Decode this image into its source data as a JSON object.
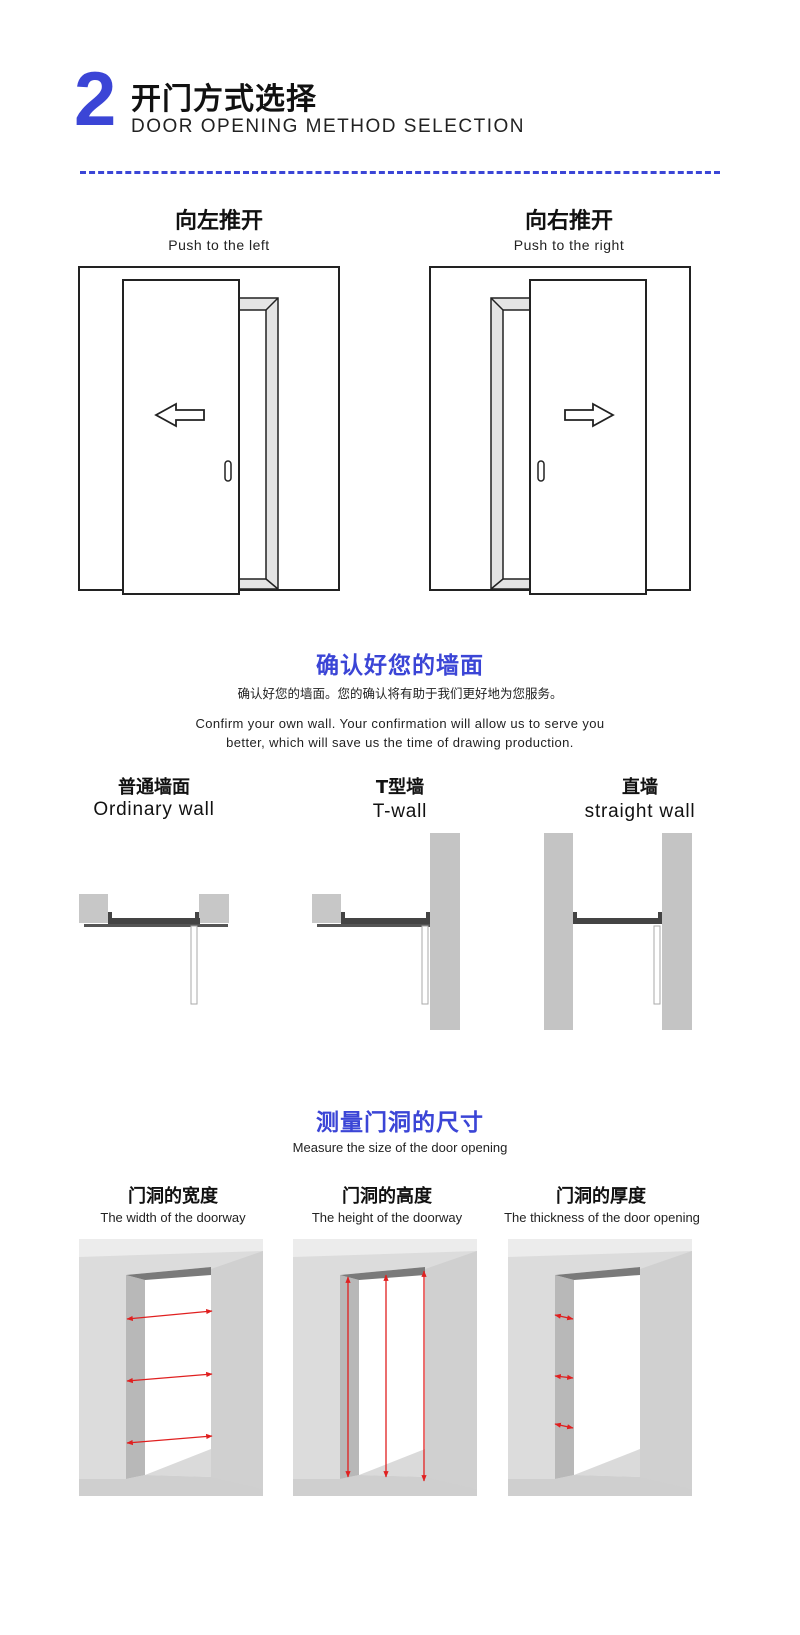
{
  "section": {
    "number": "2",
    "title_cn": "开门方式选择",
    "title_en": "DOOR OPENING METHOD SELECTION"
  },
  "doors": [
    {
      "title_cn": "向左推开",
      "title_en": "Push to the left"
    },
    {
      "title_cn": "向右推开",
      "title_en": "Push to the right"
    }
  ],
  "wall": {
    "heading": "确认好您的墙面",
    "desc_cn": "确认好您的墙面。您的确认将有助于我们更好地为您服务。",
    "desc_en_line1": "Confirm your own wall. Your confirmation will allow us to serve you",
    "desc_en_line2": "better, which will save us the time of drawing production.",
    "types": [
      {
        "cn": "普通墙面",
        "en": "Ordinary wall"
      },
      {
        "cn": "T型墙",
        "en": "T-wall"
      },
      {
        "cn": "直墙",
        "en": "straight wall"
      }
    ]
  },
  "measure": {
    "heading": "测量门洞的尺寸",
    "subtitle": "Measure the size of the door opening",
    "items": [
      {
        "cn": "门洞的宽度",
        "en": "The width of the doorway"
      },
      {
        "cn": "门洞的高度",
        "en": "The height of the doorway"
      },
      {
        "cn": "门洞的厚度",
        "en": "The thickness of the door opening"
      }
    ]
  },
  "colors": {
    "accent": "#3b45d6",
    "arrow": "#e02020",
    "wall_gray": "#c4c4c4"
  }
}
